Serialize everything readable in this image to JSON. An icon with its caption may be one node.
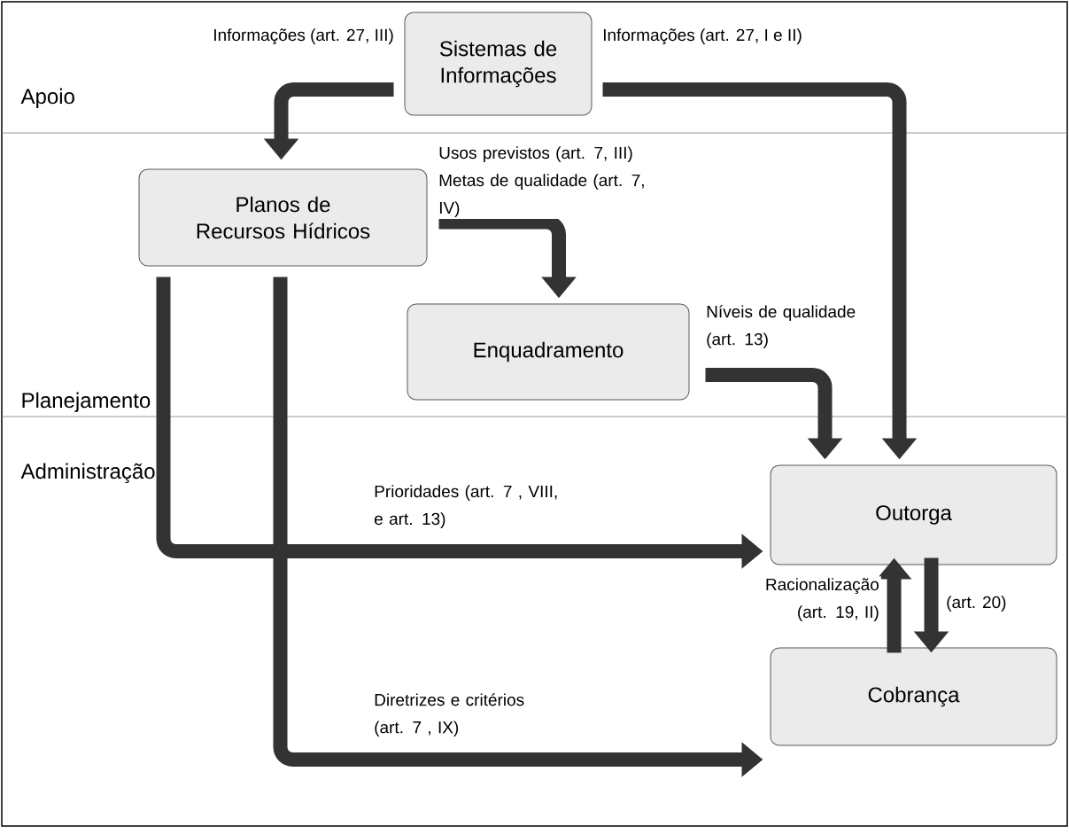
{
  "diagram": {
    "nodes": [
      {
        "text": [
          "Sistemas de Informações"
        ]
      },
      {
        "text": [
          "Planos de Recursos Hídricos"
        ]
      },
      {
        "text": [
          "Enquadramento"
        ]
      },
      {
        "text": [
          "Outorga"
        ]
      },
      {
        "text": [
          "Cobrança"
        ]
      }
    ],
    "edges": [
      {
        "from": 0,
        "to": 1,
        "arrow": "to",
        "label": "Informações (art. 27, III)"
      },
      {
        "from": 0,
        "to": 3,
        "arrow": "to",
        "label": "Informações (art. 27, I e II)"
      },
      {
        "from": 1,
        "to": 2,
        "arrow": "to",
        "label": "Usos previstos (art. 7, III) Metas de qualidade (art. 7, IV)"
      },
      {
        "from": 2,
        "to": 3,
        "arrow": "to",
        "label": "Níveis de qualidade (art. 13)"
      },
      {
        "from": 1,
        "to": 3,
        "arrow": "to",
        "label": "Prioridades (art. 7 , VIII, e art. 13)"
      },
      {
        "from": 1,
        "to": 4,
        "arrow": "to",
        "label": "Diretrizes e critérios (art. 7 , IX)"
      },
      {
        "from": 4,
        "to": 3,
        "arrow": "to",
        "label": "Racionalização (art. 19, II)"
      },
      {
        "from": 3,
        "to": 4,
        "arrow": "to",
        "label": "(art. 20)"
      }
    ],
    "labels": [
      "Apoio",
      "Planejamento",
      "Administração"
    ]
  }
}
